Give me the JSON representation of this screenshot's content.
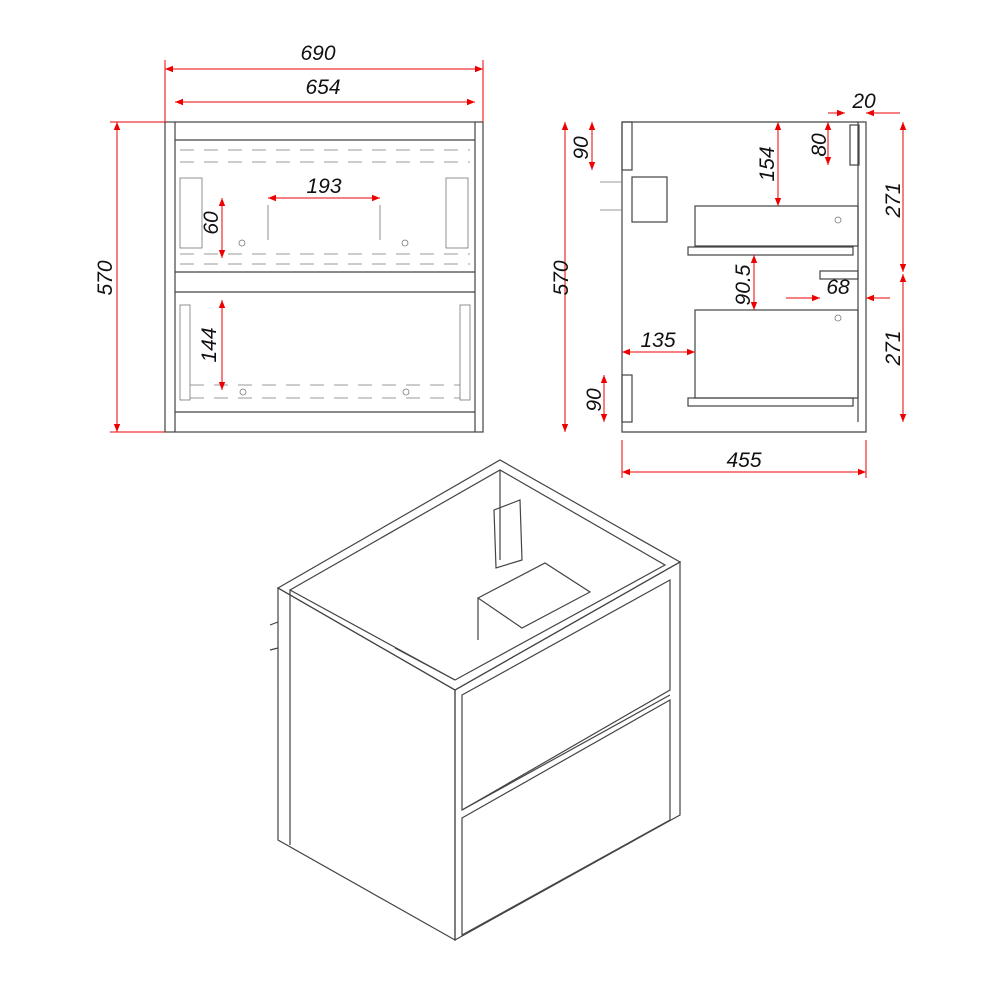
{
  "colors": {
    "dimension": "#e00000",
    "outline": "#444444"
  },
  "front_view": {
    "overall_width": "690",
    "inner_width": "654",
    "height": "570",
    "bracket_spacing": "193",
    "top_drawer_offset": "60",
    "bottom_drawer_offset": "144"
  },
  "side_view": {
    "top_rail": "90",
    "height": "570",
    "top_drawer_clearance": "154",
    "handle_height": "80",
    "front_thickness": "20",
    "drawer_front_top": "271",
    "drawer_front_bottom": "271",
    "drawer_gap": "90.5",
    "handle_depth": "68",
    "back_clearance": "135",
    "bottom_rail": "90",
    "depth": "455"
  }
}
